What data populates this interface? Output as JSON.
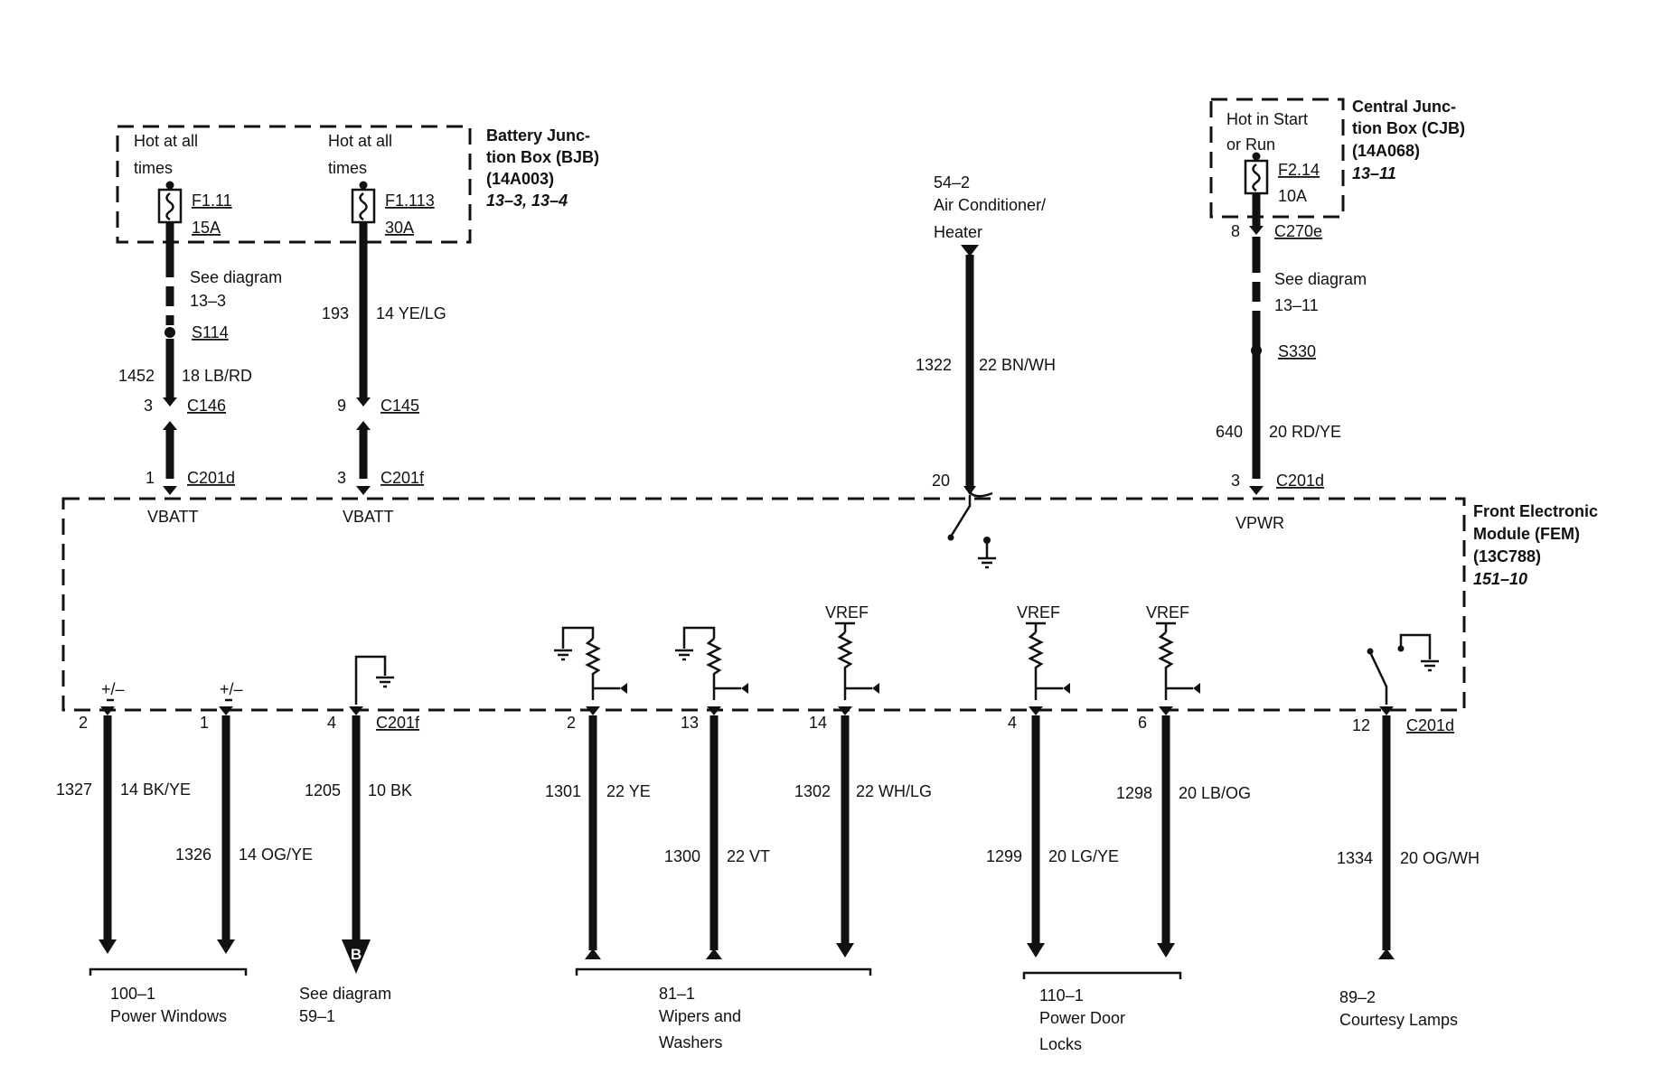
{
  "bjb": {
    "title1": "Battery Junc-",
    "title2": "tion Box (BJB)",
    "part": "(14A003)",
    "ref": "13–3, 13–4",
    "hot1_l1": "Hot at all",
    "hot1_l2": "times",
    "hot2_l1": "Hot at all",
    "hot2_l2": "times",
    "fuse1_name": "F1.11",
    "fuse1_amp": "15A",
    "fuse2_name": "F1.113",
    "fuse2_amp": "30A"
  },
  "cjb": {
    "title1": "Central Junc-",
    "title2": "tion Box (CJB)",
    "part": "(14A068)",
    "ref": "13–11",
    "hot_l1": "Hot in Start",
    "hot_l2": "or Run",
    "fuse_name": "F2.14",
    "fuse_amp": "10A"
  },
  "fem": {
    "title1": "Front Electronic",
    "title2": "Module (FEM)",
    "part": "(13C788)",
    "ref": "151–10"
  },
  "top_circuits": {
    "w1": {
      "see1": "See diagram",
      "see2": "13–3",
      "splice": "S114",
      "circuit": "1452",
      "wire": "18 LB/RD",
      "pin_a": "3",
      "conn_a": "C146",
      "pin_b": "1",
      "conn_b": "C201d",
      "signal": "VBATT"
    },
    "w2": {
      "circuit": "193",
      "wire": "14 YE/LG",
      "pin_a": "9",
      "conn_a": "C145",
      "pin_b": "3",
      "conn_b": "C201f",
      "signal": "VBATT"
    },
    "w3": {
      "ref": "54–2",
      "dest1": "Air Conditioner/",
      "dest2": "Heater",
      "circuit": "1322",
      "wire": "22 BN/WH",
      "pin": "20"
    },
    "w4": {
      "pin_a": "8",
      "conn_a": "C270e",
      "see1": "See diagram",
      "see2": "13–11",
      "splice": "S330",
      "circuit": "640",
      "wire": "20 RD/YE",
      "pin_b": "3",
      "conn_b": "C201d",
      "signal": "VPWR"
    }
  },
  "bottom_circuits": {
    "polarity1": "+/–",
    "polarity2": "+/–",
    "vref1": "VREF",
    "vref2": "VREF",
    "vref3": "VREF",
    "conn_f": "C201f",
    "conn_d": "C201d",
    "c1": {
      "pin": "2",
      "circuit": "1327",
      "wire": "14 BK/YE"
    },
    "c2": {
      "pin": "1",
      "circuit": "1326",
      "wire": "14 OG/YE"
    },
    "c3": {
      "pin": "4",
      "circuit": "1205",
      "wire": "10 BK",
      "marker": "B"
    },
    "c4": {
      "pin": "2",
      "circuit": "1301",
      "wire": "22 YE"
    },
    "c5": {
      "pin": "13",
      "circuit": "1300",
      "wire": "22 VT"
    },
    "c6": {
      "pin": "14",
      "circuit": "1302",
      "wire": "22 WH/LG"
    },
    "c7": {
      "pin": "4",
      "circuit": "1299",
      "wire": "20 LG/YE"
    },
    "c8": {
      "pin": "6",
      "circuit": "1298",
      "wire": "20 LB/OG"
    },
    "c9": {
      "pin": "12",
      "circuit": "1334",
      "wire": "20 OG/WH"
    }
  },
  "destinations": {
    "d1": {
      "ref": "100–1",
      "name1": "Power Windows"
    },
    "d2": {
      "ref": "See diagram",
      "name1": "59–1"
    },
    "d3": {
      "ref": "81–1",
      "name1": "Wipers and",
      "name2": "Washers"
    },
    "d4": {
      "ref": "110–1",
      "name1": "Power Door",
      "name2": "Locks"
    },
    "d5": {
      "ref": "89–2",
      "name1": "Courtesy Lamps"
    }
  }
}
